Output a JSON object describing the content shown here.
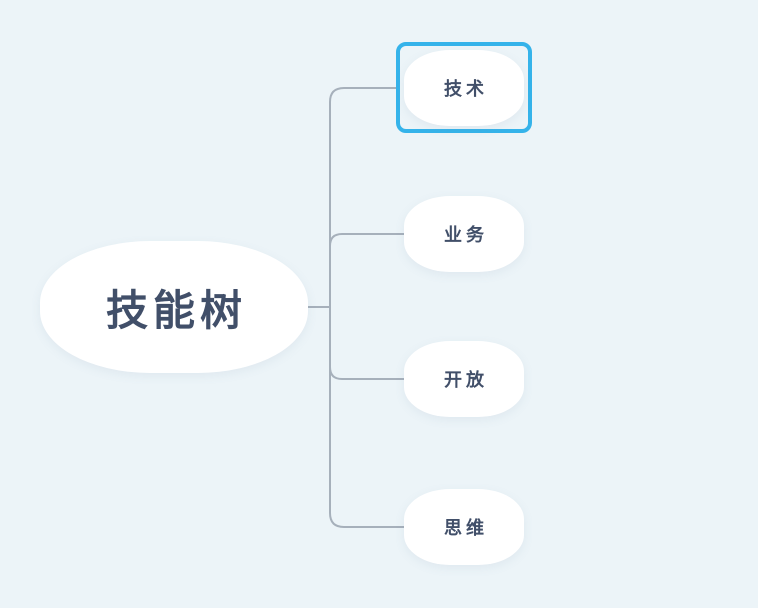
{
  "app": {
    "view": "mindmap-canvas"
  },
  "mindmap": {
    "root": {
      "label": "技能树"
    },
    "children": [
      {
        "label": "技术",
        "selected": true
      },
      {
        "label": "业务",
        "selected": false
      },
      {
        "label": "开放",
        "selected": false
      },
      {
        "label": "思维",
        "selected": false
      }
    ]
  },
  "colors": {
    "background": "#ecf4f8",
    "node_fill": "#ffffff",
    "text": "#414f69",
    "connector": "#a6b0bb",
    "selection_border": "#35b3ea"
  }
}
